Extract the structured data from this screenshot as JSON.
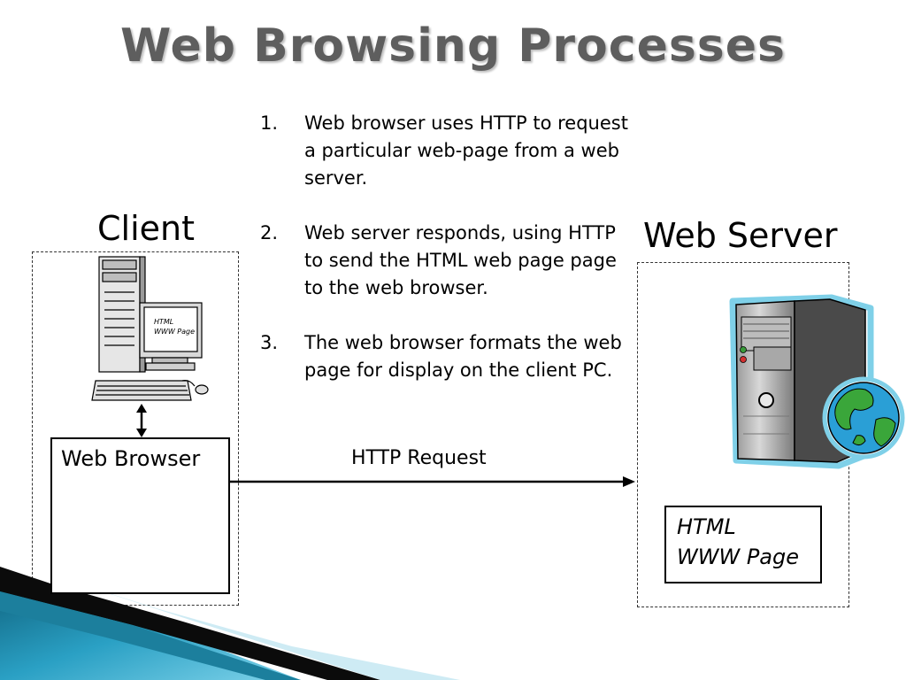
{
  "title": "Web Browsing Processes",
  "steps": [
    {
      "num": "1.",
      "text": "Web browser uses HTTP to request a particular web-page from a web server."
    },
    {
      "num": "2.",
      "text": "Web server responds, using HTTP to send the HTML web page page to the web browser."
    },
    {
      "num": "3.",
      "text": "The web browser formats the web page for display on the client PC."
    }
  ],
  "client": {
    "label": "Client",
    "screen_line1": "HTML",
    "screen_line2": "WWW Page",
    "browser_label": "Web Browser"
  },
  "server": {
    "label": "Web Server",
    "page_line1": "HTML",
    "page_line2": "WWW Page"
  },
  "request_label": "HTTP Request",
  "colors": {
    "title": "#5e5e5e",
    "accent_teal": "#1b8aa8",
    "server_outline": "#7fd0e8",
    "globe_ocean": "#2a9fd6",
    "globe_land": "#3aa63a"
  }
}
